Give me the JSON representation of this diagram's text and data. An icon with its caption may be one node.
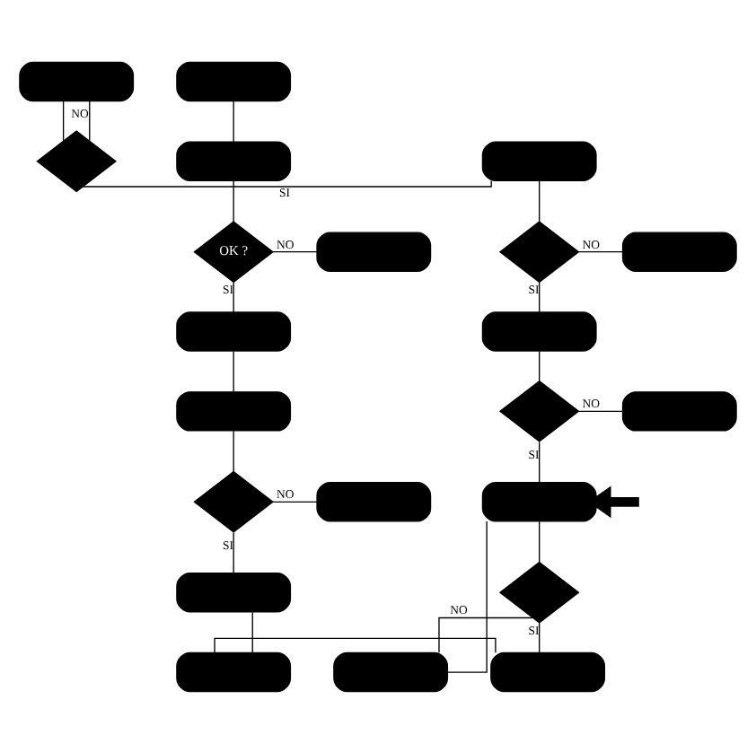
{
  "diagram": {
    "nodes": [
      {
        "text": [],
        "shape": "box"
      },
      {
        "text": [],
        "shape": "diamond"
      },
      {
        "text": [],
        "shape": "box"
      },
      {
        "text": [],
        "shape": "diamond"
      },
      {
        "text": [],
        "shape": "box"
      },
      {
        "text": [],
        "shape": "box"
      },
      {
        "text": [],
        "shape": "diamond"
      },
      {
        "text": [],
        "shape": "box"
      },
      {
        "text": [],
        "shape": "box"
      },
      {
        "text": [],
        "shape": "diamond"
      },
      {
        "text": [],
        "shape": "box"
      },
      {
        "text": [],
        "shape": "box"
      },
      {
        "text": [],
        "shape": "box"
      },
      {
        "text": [
          "OK ?"
        ]
      },
      {
        "text": [],
        "shape": "box"
      },
      {
        "text": [],
        "shape": "box"
      },
      {
        "text": [],
        "shape": "box"
      },
      {
        "text": [],
        "shape": "diamond"
      },
      {
        "text": [],
        "shape": "box"
      },
      {
        "text": [],
        "shape": "box"
      },
      {
        "text": [],
        "shape": "box"
      },
      {
        "text": [],
        "shape": "box"
      }
    ],
    "edges": [
      {
        "from": 0,
        "to": 1,
        "arrow": "none"
      },
      {
        "from": 1,
        "to": 0,
        "arrow": "none",
        "label": "NO"
      },
      {
        "from": 1,
        "to": 2,
        "arrow": "none",
        "label": "SI"
      },
      {
        "from": 2,
        "to": 3,
        "arrow": "none"
      },
      {
        "from": 3,
        "to": 4,
        "arrow": "none",
        "label": "NO"
      },
      {
        "from": 3,
        "to": 5,
        "arrow": "none",
        "label": "SI"
      },
      {
        "from": 5,
        "to": 6,
        "arrow": "none"
      },
      {
        "from": 6,
        "to": 7,
        "arrow": "none",
        "label": "NO"
      },
      {
        "from": 6,
        "to": 8,
        "arrow": "none",
        "label": "SI"
      },
      {
        "from": 8,
        "to": 9,
        "arrow": "none"
      },
      {
        "from": 9,
        "to": 21,
        "arrow": "none",
        "label": "SI"
      },
      {
        "from": 9,
        "to": 10,
        "arrow": "none",
        "label": "NO"
      },
      {
        "from": 10,
        "to": 8,
        "arrow": "none"
      },
      {
        "from": null,
        "to": 8,
        "arrow": "to",
        "style": "thick"
      },
      {
        "from": 11,
        "to": 12,
        "arrow": "none"
      },
      {
        "from": 12,
        "to": 13,
        "arrow": "none"
      },
      {
        "from": 13,
        "to": 14,
        "arrow": "none",
        "label": "NO"
      },
      {
        "from": 13,
        "to": 15,
        "arrow": "none",
        "label": "SI"
      },
      {
        "from": 15,
        "to": 16,
        "arrow": "none"
      },
      {
        "from": 16,
        "to": 17,
        "arrow": "none"
      },
      {
        "from": 17,
        "to": 18,
        "arrow": "none",
        "label": "NO"
      },
      {
        "from": 17,
        "to": 19,
        "arrow": "none",
        "label": "SI"
      },
      {
        "from": 19,
        "to": 20,
        "arrow": "none"
      },
      {
        "from": 20,
        "to": 21,
        "arrow": "none"
      }
    ]
  }
}
